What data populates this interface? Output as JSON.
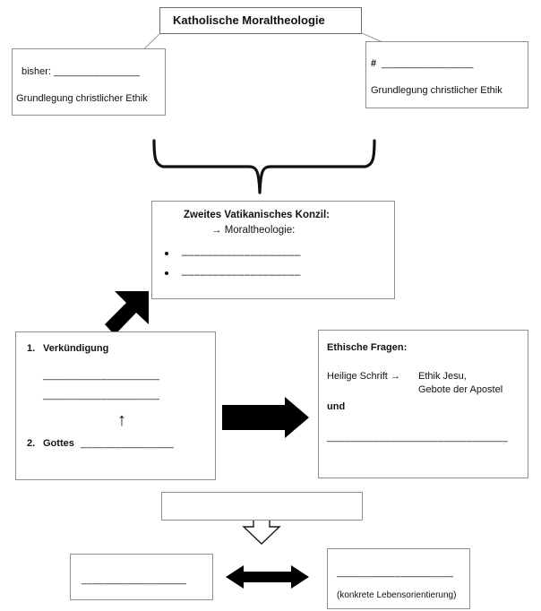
{
  "title_box": {
    "label": "Katholische Moraltheologie"
  },
  "left_top_box": {
    "line1_label": "bisher:",
    "line1_blank": "_______________",
    "line2_label": "Grundlegung christlicher Ethik"
  },
  "right_top_box": {
    "marker": "#",
    "line1_blank": "________________",
    "line2_label": "Grundlegung christlicher Ethik"
  },
  "council_box": {
    "heading": "Zweites Vatikanisches Konzil:",
    "subheading": "→ Moraltheologie:",
    "bullets": [
      "___________________",
      "___________________"
    ]
  },
  "verkuendigung_box": {
    "item1_number": "1.",
    "item1_label": "Verkündigung",
    "blank1": "____________________",
    "blank2": "____________________",
    "up_arrow_glyph": "↑",
    "item2_number": "2.",
    "item2_label": "Gottes",
    "item2_blank": "________________"
  },
  "ethische_fragen_box": {
    "heading": "Ethische Fragen:",
    "source_label": "Heilige Schrift →",
    "result_line1": "Ethik Jesu,",
    "result_line2": "Gebote der Apostel",
    "conjunction": "und",
    "blank": "_______________________________"
  },
  "empty_result_box": {
    "content": ""
  },
  "bottom_left_box": {
    "blank": "__________________"
  },
  "bottom_right_box": {
    "blank": "____________________",
    "caption": "(konkrete Lebensorientierung)"
  },
  "connectors": {
    "brace_name": "downward-curly-brace",
    "diagonal_left_name": "diagonal-line-left",
    "diagonal_right_name": "diagonal-line-right",
    "arrow_up_right_name": "solid-diagonal-arrow-up-right",
    "arrow_right_name": "solid-right-arrow",
    "arrow_down_hollow_name": "hollow-down-arrow",
    "arrow_double_name": "solid-double-headed-arrow"
  },
  "colors": {
    "ink": "#111111",
    "box_border": "#8f8f8f",
    "connector_line": "#9a9a9a",
    "arrow_fill": "#000000"
  }
}
